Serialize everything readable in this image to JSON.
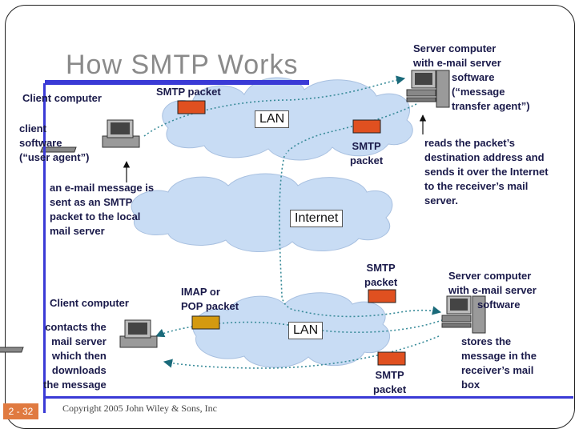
{
  "slide": {
    "title": "How SMTP Works",
    "copyright": "Copyright 2005 John Wiley & Sons, Inc",
    "slide_number": "2 - 32"
  },
  "networks": {
    "lan_top": "LAN",
    "internet": "Internet",
    "lan_bottom": "LAN"
  },
  "labels": {
    "client_top_title": "Client computer",
    "client_top_software": [
      "client",
      "software",
      "(“user agent”)"
    ],
    "client_top_note": [
      "an e-mail message is",
      "sent as an SMTP",
      "packet to the local",
      "mail server"
    ],
    "smtp_packet_top_left": "SMTP packet",
    "smtp_packet_top_right": [
      "SMTP",
      "packet"
    ],
    "server_top_title": [
      "Server computer",
      "with  e-mail server"
    ],
    "server_top_software": [
      "software",
      "(“message",
      "transfer agent”)"
    ],
    "server_top_note": [
      "reads the packet’s",
      "destination address and",
      "sends it over the Internet",
      "to the receiver’s mail",
      "server."
    ],
    "smtp_packet_mid_right": [
      "SMTP",
      "packet"
    ],
    "server_bottom_title": [
      "Server computer",
      "with e-mail server",
      "software"
    ],
    "server_bottom_note": [
      "stores the",
      "message in the",
      "receiver’s mail",
      "box"
    ],
    "imap_pop": [
      "IMAP or",
      "POP packet"
    ],
    "client_bottom_title": "Client computer",
    "client_bottom_note": [
      "contacts the",
      "mail server",
      "which then",
      "downloads",
      "the message"
    ],
    "smtp_packet_bottom": [
      "SMTP",
      "packet"
    ]
  },
  "colors": {
    "title": "#8a8a8a",
    "rule": "#3a3ad6",
    "cloud": "#c8dcf4",
    "smtp_packet": "#e05020",
    "imap_packet": "#d49a10",
    "arrow": "#3a8c9a",
    "text": "#1a1a4a",
    "slide_badge": "#e07a40"
  }
}
